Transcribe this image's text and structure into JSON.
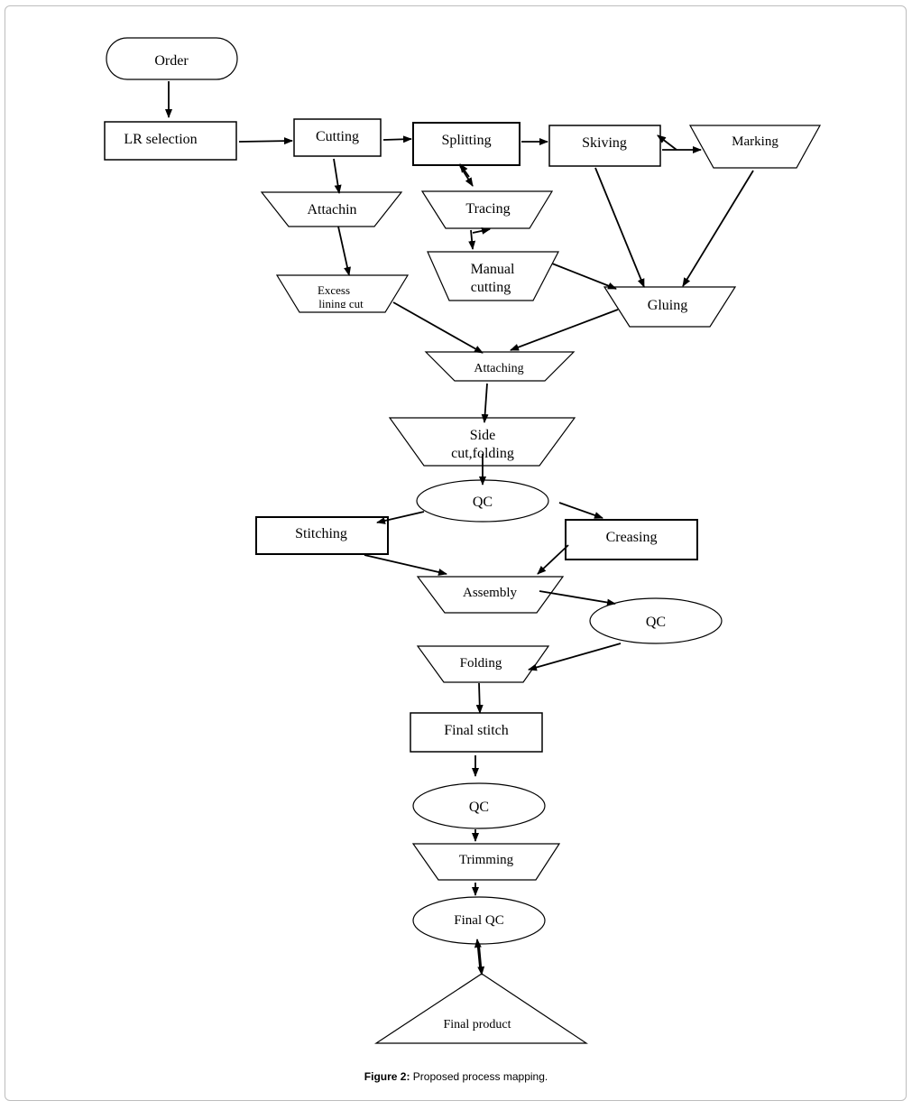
{
  "nodes": {
    "order": "Order",
    "lr_selection": "LR selection",
    "cutting": "Cutting",
    "splitting": "Splitting",
    "skiving": "Skiving",
    "marking": "Marking",
    "attachin": "Attachin",
    "tracing": "Tracing",
    "manual_cutting_1": "Manual",
    "manual_cutting_2": "cutting",
    "excess_1": "Excess",
    "excess_2": "lining cut",
    "gluing": "Gluing",
    "attaching": "Attaching",
    "side_cut_1": "Side",
    "side_cut_2": "cut,folding",
    "qc_1": "QC",
    "stitching": "Stitching",
    "creasing": "Creasing",
    "assembly": "Assembly",
    "qc_2": "QC",
    "folding": "Folding",
    "final_stitch": "Final stitch",
    "qc_3": "QC",
    "trimming": "Trimming",
    "final_qc": "Final QC",
    "final_product": "Final product"
  },
  "caption": {
    "label": "Figure 2:",
    "text": "Proposed process mapping."
  }
}
